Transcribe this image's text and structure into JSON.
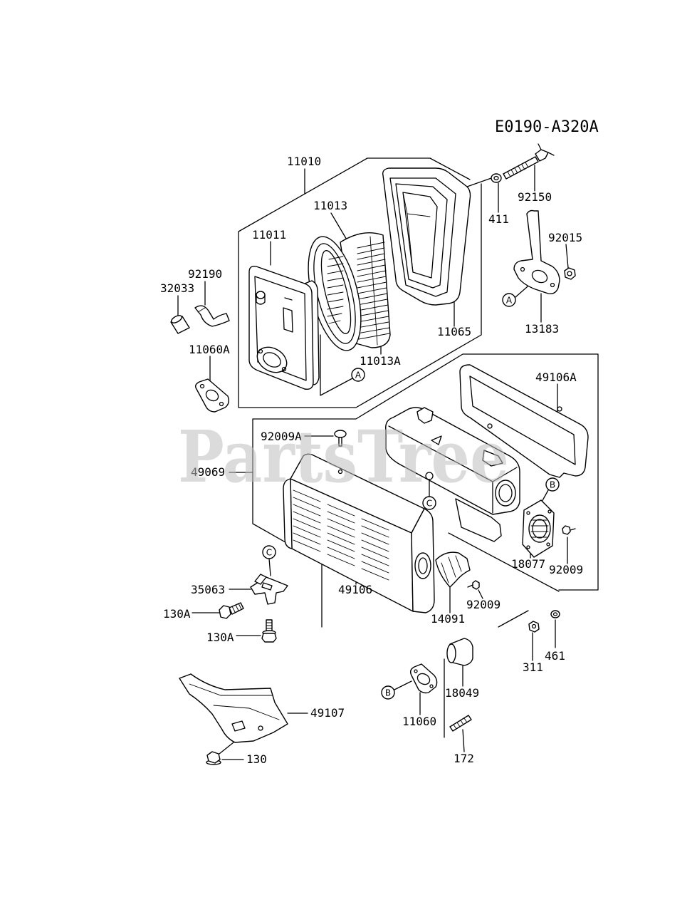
{
  "diagram_id": "E0190-A320A",
  "watermark": "PartsTree",
  "parts": [
    "11010",
    "11013",
    "11011",
    "92190",
    "32033",
    "11060A",
    "11013A",
    "11065",
    "411",
    "92150",
    "92015",
    "13183",
    "49106A",
    "92009A",
    "49069",
    "18077",
    "92009",
    "49106",
    "14091",
    "92009",
    "35063",
    "130A",
    "130A",
    "461",
    "311",
    "18049",
    "11060",
    "172",
    "49107",
    "130"
  ],
  "callouts": [
    "A",
    "A",
    "B",
    "C",
    "C",
    "B"
  ]
}
